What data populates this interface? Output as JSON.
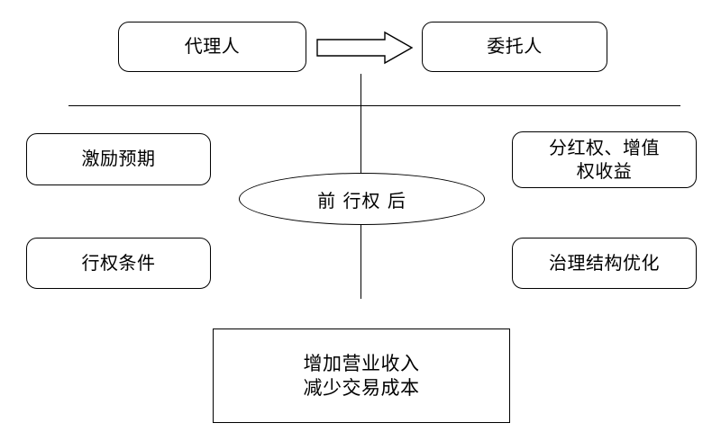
{
  "diagram": {
    "title_text": "",
    "stroke_color": "#000000",
    "background_color": "#ffffff",
    "nodes": {
      "agent": {
        "label": "代理人",
        "shape": "rounded-rectangle"
      },
      "principal": {
        "label": "委托人",
        "shape": "rounded-rectangle"
      },
      "incentive_expectation": {
        "label": "激励预期",
        "shape": "rounded-rectangle"
      },
      "exercise_condition": {
        "label": "行权条件",
        "shape": "rounded-rectangle"
      },
      "dividend_appreciation": {
        "label": "分红权、增值\n权收益",
        "shape": "rounded-rectangle"
      },
      "governance_optimization": {
        "label": "治理结构优化",
        "shape": "rounded-rectangle"
      },
      "exercise_stage": {
        "label": "前  行权   后",
        "shape": "ellipse"
      },
      "outcome": {
        "label": "增加营业收入\n减少交易成本",
        "shape": "rectangle"
      }
    },
    "connectors": {
      "agent_to_principal": {
        "type": "block-arrow",
        "direction": "right",
        "fill": "none"
      },
      "horizontal_divider": {
        "type": "line",
        "orientation": "horizontal"
      },
      "vertical_divider": {
        "type": "line",
        "orientation": "vertical"
      }
    }
  }
}
